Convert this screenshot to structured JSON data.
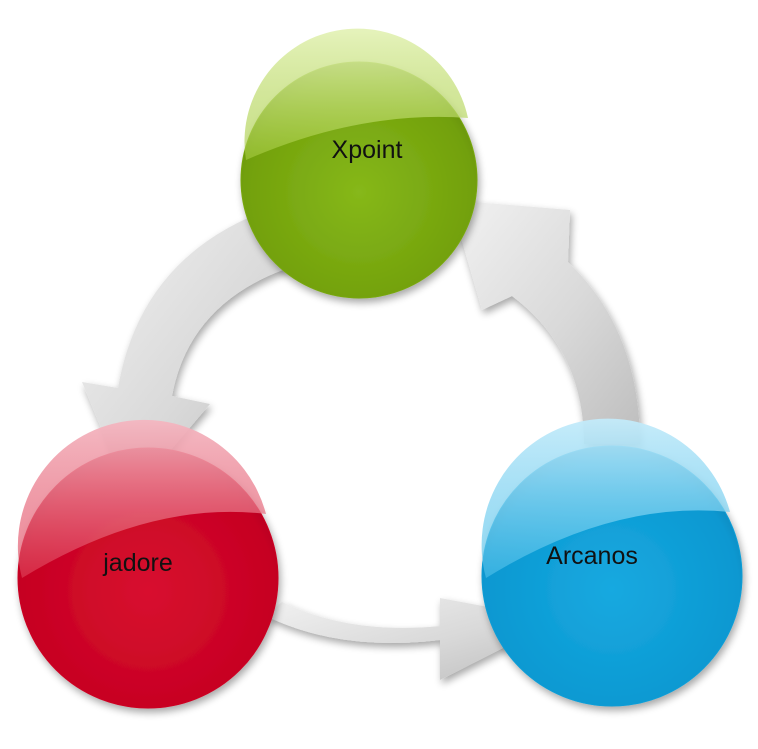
{
  "diagram": {
    "type": "cycle",
    "nodes": [
      {
        "id": "top",
        "label": "Xpoint",
        "color": "#78A70F"
      },
      {
        "id": "left",
        "label": "jadore",
        "color": "#CC0022"
      },
      {
        "id": "right",
        "label": "Arcanos",
        "color": "#0A9DD6"
      }
    ],
    "arrows": [
      {
        "from": "top",
        "to": "left"
      },
      {
        "from": "left",
        "to": "right"
      },
      {
        "from": "right",
        "to": "top"
      }
    ],
    "arrow_color": "#D9D9D9"
  }
}
